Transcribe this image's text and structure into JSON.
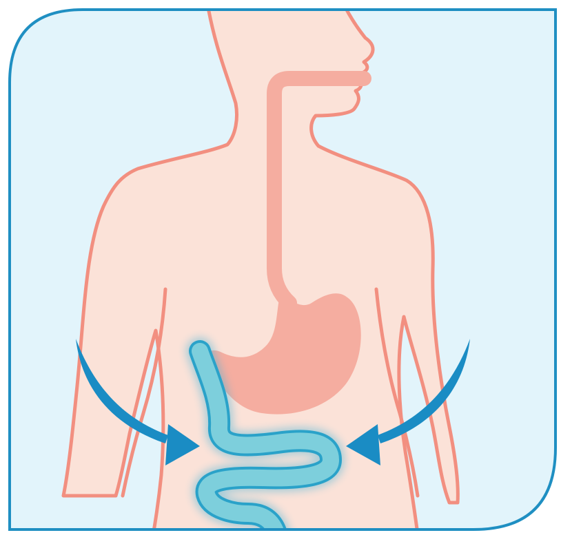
{
  "illustration": {
    "subject": "human-digestive-tract",
    "parts": [
      "esophagus",
      "stomach",
      "small-intestine"
    ],
    "arrows": [
      "left-curved-arrow-pointing-right",
      "right-curved-arrow-pointing-left"
    ]
  },
  "colors": {
    "frame_border": "#1f8fc2",
    "background": "#e2f4fb",
    "skin_fill": "#fbe2d8",
    "skin_outline": "#f28f80",
    "organ_fill": "#f5ada0",
    "intestine_fill": "#6fc8d8",
    "intestine_glow": "#3fb3d9",
    "arrow": "#1a8cc4"
  }
}
